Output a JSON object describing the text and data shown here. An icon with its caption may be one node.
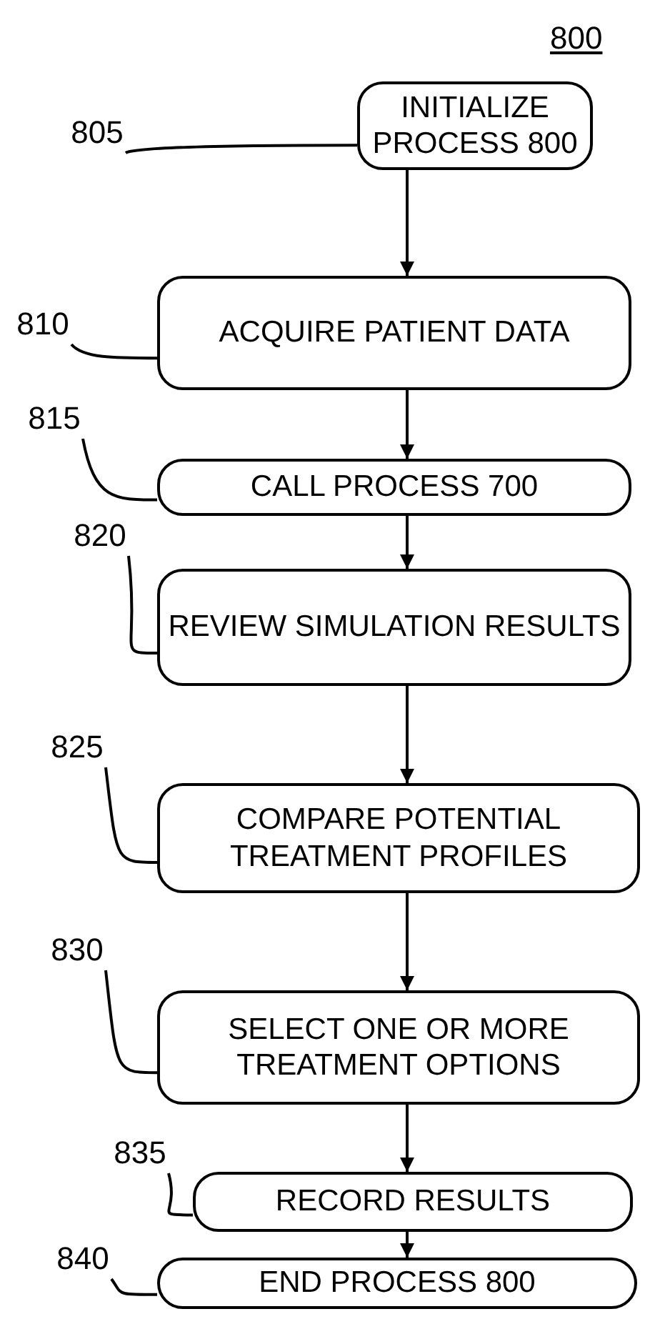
{
  "diagram": {
    "nodes": [
      {
        "text": [
          "805"
        ]
      },
      {
        "text": [
          "INITIALIZE PROCESS 800"
        ]
      },
      {
        "text": [
          "810"
        ]
      },
      {
        "text": [
          "ACQUIRE PATIENT DATA"
        ]
      },
      {
        "text": [
          "815"
        ]
      },
      {
        "text": [
          "CALL PROCESS 700"
        ]
      },
      {
        "text": [
          "820"
        ]
      },
      {
        "text": [
          "REVIEW SIMULATION RESULTS"
        ]
      },
      {
        "text": [
          "825"
        ]
      },
      {
        "text": [
          "COMPARE POTENTIAL TREATMENT PROFILES"
        ]
      },
      {
        "text": [
          "830"
        ]
      },
      {
        "text": [
          "SELECT ONE OR MORE TREATMENT OPTIONS"
        ]
      },
      {
        "text": [
          "835"
        ]
      },
      {
        "text": [
          "RECORD RESULTS"
        ]
      },
      {
        "text": [
          "840"
        ]
      },
      {
        "text": [
          "END PROCESS 800"
        ]
      }
    ],
    "edges": [
      {
        "from": 1,
        "to": 3,
        "arrow": "to"
      },
      {
        "from": 3,
        "to": 5,
        "arrow": "to"
      },
      {
        "from": 5,
        "to": 7,
        "arrow": "to"
      },
      {
        "from": 7,
        "to": 9,
        "arrow": "to"
      },
      {
        "from": 9,
        "to": 11,
        "arrow": "to"
      },
      {
        "from": 11,
        "to": 13,
        "arrow": "to"
      },
      {
        "from": 13,
        "to": 15,
        "arrow": "to"
      },
      {
        "from": 0,
        "to": 1,
        "arrow": "none"
      },
      {
        "from": 2,
        "to": 3,
        "arrow": "none"
      },
      {
        "from": 4,
        "to": 5,
        "arrow": "none"
      },
      {
        "from": 6,
        "to": 7,
        "arrow": "none"
      },
      {
        "from": 8,
        "to": 9,
        "arrow": "none"
      },
      {
        "from": 10,
        "to": 11,
        "arrow": "none"
      },
      {
        "from": 12,
        "to": 13,
        "arrow": "none"
      },
      {
        "from": 14,
        "to": 15,
        "arrow": "none"
      }
    ],
    "labels": [
      "800"
    ]
  }
}
